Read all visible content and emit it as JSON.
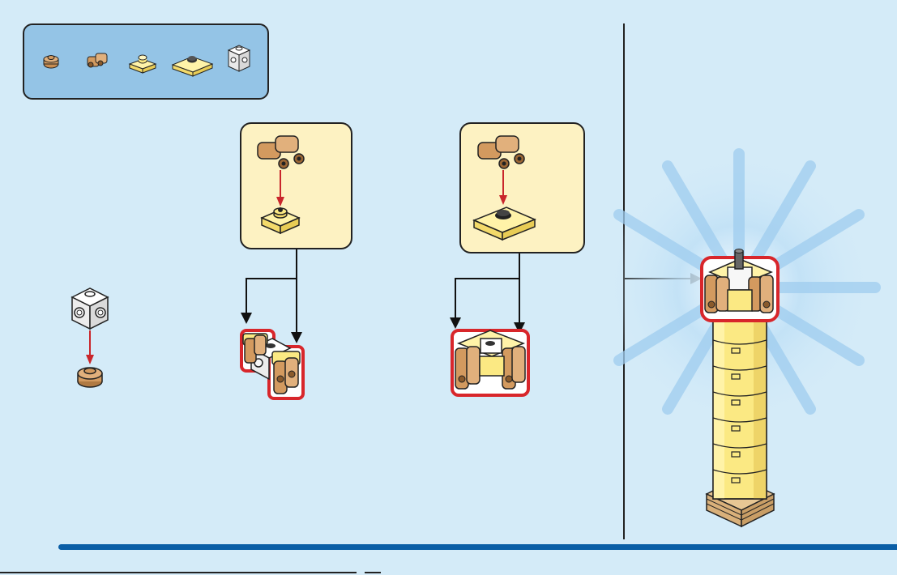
{
  "colors": {
    "background": "#d4ebf8",
    "parts_panel": "#94c4e6",
    "callout": "#fdf2c2",
    "brick_yellow": "#fbe983",
    "brick_tan": "#d39a5f",
    "brick_white": "#f4f4f4",
    "highlight_red": "#d8262b",
    "arrow_red": "#c9262b",
    "accent_blue": "#0a5ea6"
  },
  "parts_list": [
    {
      "icon": "round-plate-tan-icon"
    },
    {
      "icon": "binocular-tan-icon"
    },
    {
      "icon": "plate-1x1-yellow-icon"
    },
    {
      "icon": "jumper-plate-1x2-yellow-icon"
    },
    {
      "icon": "brick-1x1-studs-sides-white-icon"
    }
  ],
  "steps": [
    {
      "name": "step-1",
      "description_icons": [
        "brick-1x1-studs-sides-white-icon",
        "round-plate-tan-icon"
      ]
    },
    {
      "name": "step-2",
      "callout_icons": [
        "binocular-tan-icon",
        "plate-1x1-yellow-icon"
      ]
    },
    {
      "name": "step-3",
      "callout_icons": [
        "binocular-tan-icon",
        "jumper-plate-1x2-yellow-icon"
      ]
    },
    {
      "name": "step-4-result",
      "description_icons": [
        "lighthouse-tower-icon"
      ]
    }
  ]
}
